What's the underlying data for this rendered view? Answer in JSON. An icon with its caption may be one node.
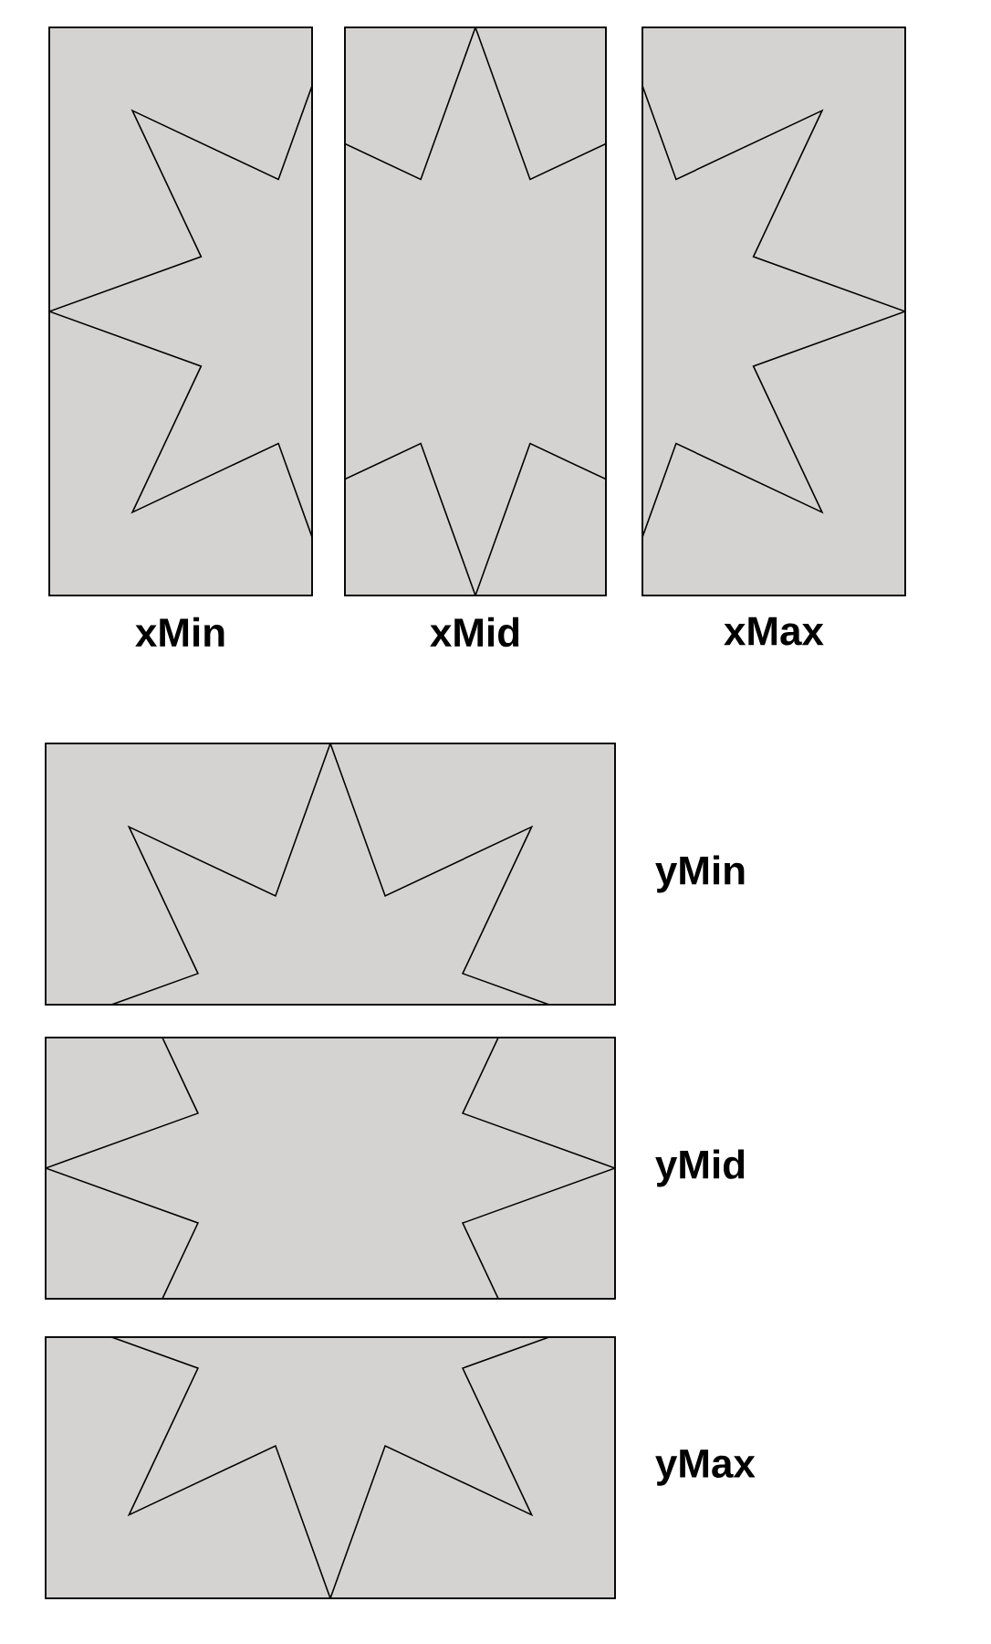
{
  "diagram": {
    "nodes": [
      {
        "text": [
          "xMin"
        ]
      },
      {
        "text": [
          "xMid"
        ]
      },
      {
        "text": [
          "xMax"
        ]
      },
      {
        "text": [
          "yMin"
        ]
      },
      {
        "text": [
          "yMid"
        ]
      },
      {
        "text": [
          "yMax"
        ]
      }
    ]
  }
}
